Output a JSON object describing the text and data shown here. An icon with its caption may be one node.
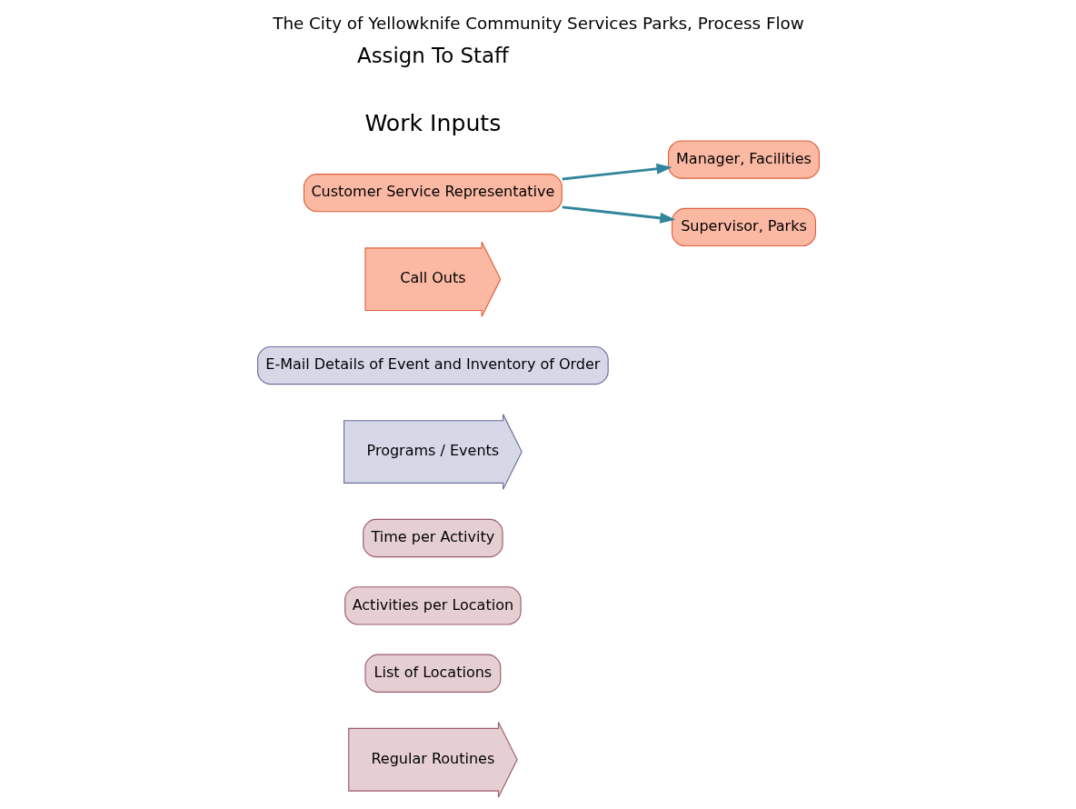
{
  "diagram": {
    "title": "The City of Yellowknife Community Services Parks, Process Flow",
    "nodes": [
      {
        "text": [
          "Regular Routines"
        ]
      },
      {
        "text": [
          "List of Locations"
        ]
      },
      {
        "text": [
          "Activities per Location"
        ]
      },
      {
        "text": [
          "Time per Activity"
        ]
      },
      {
        "text": [
          "Programs / Events"
        ]
      },
      {
        "text": [
          "E-Mail Details of Event and Inventory of Order"
        ]
      },
      {
        "text": [
          "Call Outs"
        ]
      },
      {
        "text": [
          "Customer Service Representative"
        ]
      },
      {
        "text": [
          "Manager, Facilities"
        ]
      },
      {
        "text": [
          "Supervisor, Parks"
        ]
      }
    ],
    "edges": [
      {
        "from": 7,
        "to": 8,
        "arrow": "to"
      },
      {
        "from": 7,
        "to": 9,
        "arrow": "to"
      }
    ],
    "labels": [
      "Work Inputs",
      "Assign To Staff"
    ]
  }
}
